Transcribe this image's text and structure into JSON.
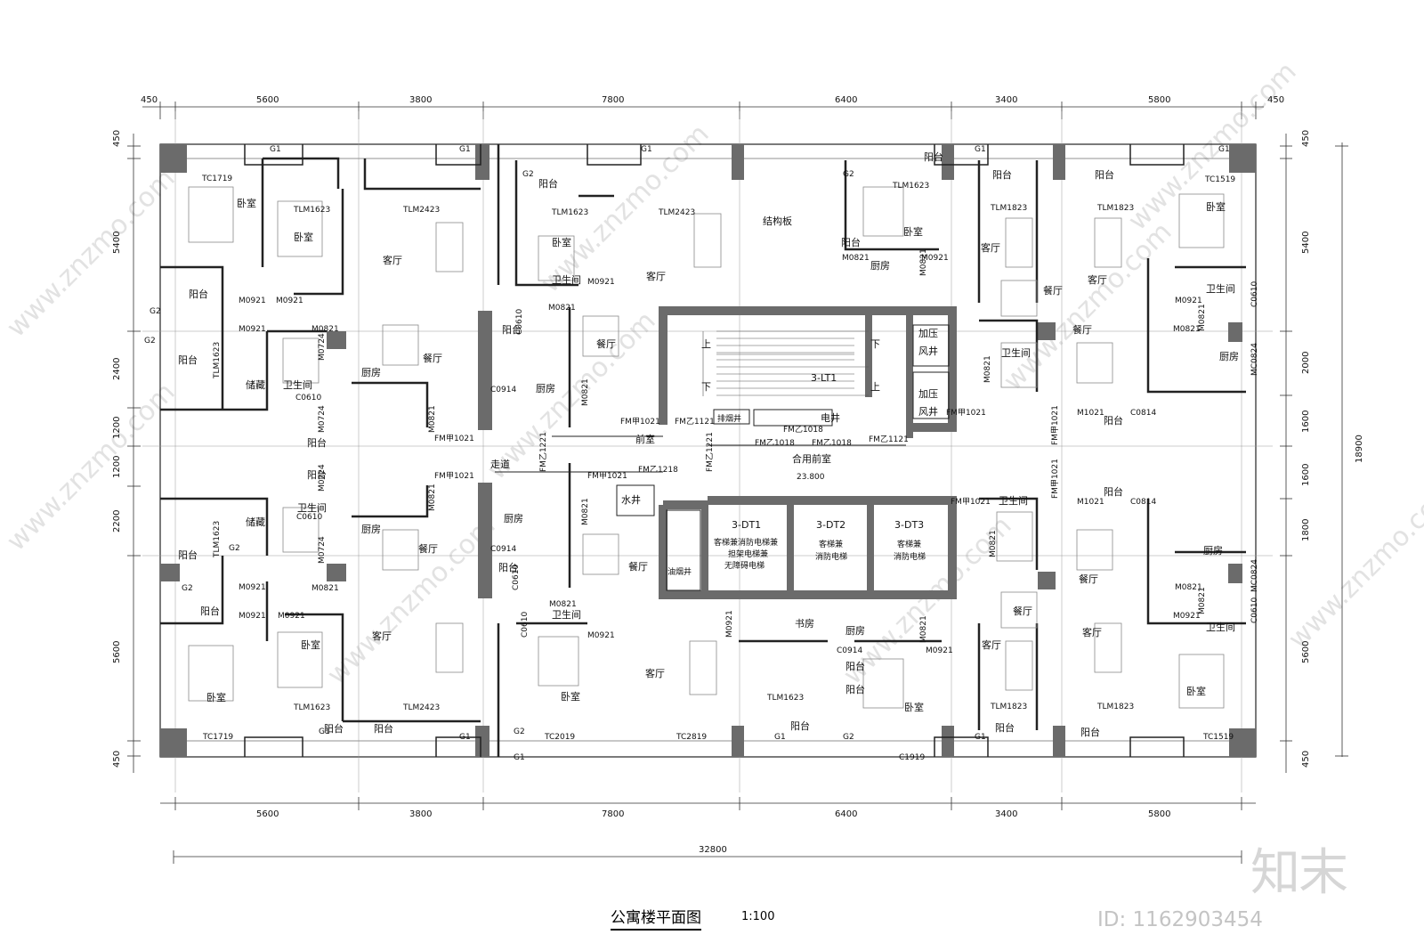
{
  "title": "公寓楼平面图",
  "scale": "1:100",
  "watermark": {
    "logo": "知末",
    "id": "ID: 1162903454",
    "site": "www.znzmo.com"
  },
  "dimensions": {
    "top": [
      "450",
      "5600",
      "3800",
      "7800",
      "6400",
      "3400",
      "5800",
      "450"
    ],
    "bottom": [
      "5600",
      "3800",
      "7800",
      "6400",
      "3400",
      "5800"
    ],
    "total": "32800",
    "left": [
      "450",
      "5400",
      "2400",
      "1200",
      "1200",
      "2200",
      "5600",
      "450"
    ],
    "right": [
      "450",
      "5400",
      "2000",
      "1600",
      "1600",
      "1800",
      "5600",
      "450"
    ],
    "right_total": "18900"
  },
  "core": {
    "stair": "3-LT1",
    "up": "上",
    "down": "下",
    "pressurize_shaft": "加压",
    "wind_shaft": "风井",
    "pressurize_wind": "加压\n风井",
    "smoke_shaft": "排烟井",
    "elec_shaft": "电井",
    "shared_lobby": "合用前室",
    "front_room": "前室",
    "elevation": "23.800",
    "water_shaft": "水井",
    "oil_smoke_shaft": "油烟井",
    "structure_plate": "结构板",
    "corridor": "走道",
    "elevators": [
      {
        "id": "3-DT1",
        "desc": [
          "客梯兼消防电梯兼",
          "担架电梯兼",
          "无障碍电梯"
        ]
      },
      {
        "id": "3-DT2",
        "desc": [
          "客梯兼",
          "消防电梯"
        ]
      },
      {
        "id": "3-DT3",
        "desc": [
          "客梯兼",
          "消防电梯"
        ]
      }
    ]
  },
  "rooms": {
    "bedroom": "卧室",
    "living": "客厅",
    "dining": "餐厅",
    "kitchen": "厨房",
    "balcony": "阳台",
    "bathroom": "卫生间",
    "storage": "储藏",
    "study": "书房"
  },
  "codes": [
    "G1",
    "G2",
    "TC1719",
    "TC1519",
    "TC2019",
    "TC2819",
    "C1919",
    "TLM1623",
    "TLM2423",
    "TLM1823",
    "M0921",
    "M0821",
    "M0724",
    "MC0824",
    "C0610",
    "C0914",
    "C0814",
    "M1021",
    "FM甲1021",
    "FM乙1121",
    "FM乙1018",
    "FM乙1221",
    "FM乙1218"
  ],
  "colors": {
    "wall": "#6b6b6b",
    "line": "#222222",
    "thin": "#555555",
    "furniture": "#8a8a8a",
    "watermark": "#d2d2d2"
  }
}
